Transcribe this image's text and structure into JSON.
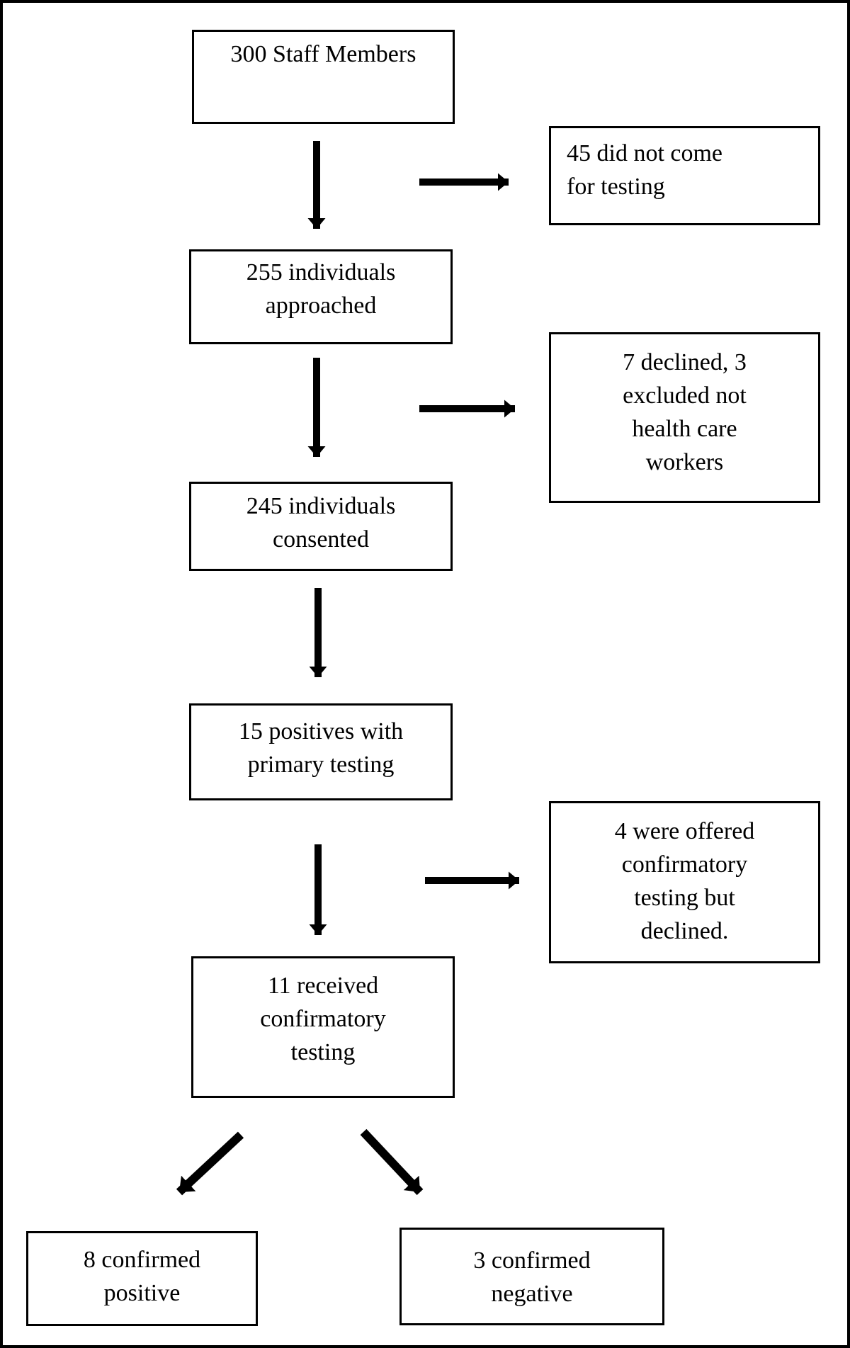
{
  "diagram": {
    "type": "flowchart",
    "colors": {
      "ink": "#000000",
      "background": "#ffffff"
    }
  },
  "boxes": {
    "staff": {
      "text": "300 Staff Members"
    },
    "not_tested": {
      "text": "45 did not come\nfor testing"
    },
    "approached": {
      "text": "255 individuals\napproached"
    },
    "declined_excluded": {
      "text": "7 declined, 3\nexcluded not\nhealth care\nworkers"
    },
    "consented": {
      "text": "245 individuals\nconsented"
    },
    "positives": {
      "text": "15 positives with\nprimary testing"
    },
    "offered_declined": {
      "text": "4 were offered\nconfirmatory\ntesting but\ndeclined."
    },
    "confirmatory": {
      "text": "11 received\nconfirmatory\ntesting"
    },
    "confirmed_positive": {
      "text": "8 confirmed\npositive"
    },
    "confirmed_negative": {
      "text": "3 confirmed\nnegative"
    }
  },
  "edges": [
    {
      "from": "staff",
      "to": "approached"
    },
    {
      "from": "staff",
      "to": "not_tested"
    },
    {
      "from": "approached",
      "to": "consented"
    },
    {
      "from": "approached",
      "to": "declined_excluded"
    },
    {
      "from": "consented",
      "to": "positives"
    },
    {
      "from": "positives",
      "to": "confirmatory"
    },
    {
      "from": "positives",
      "to": "offered_declined"
    },
    {
      "from": "confirmatory",
      "to": "confirmed_positive"
    },
    {
      "from": "confirmatory",
      "to": "confirmed_negative"
    }
  ]
}
